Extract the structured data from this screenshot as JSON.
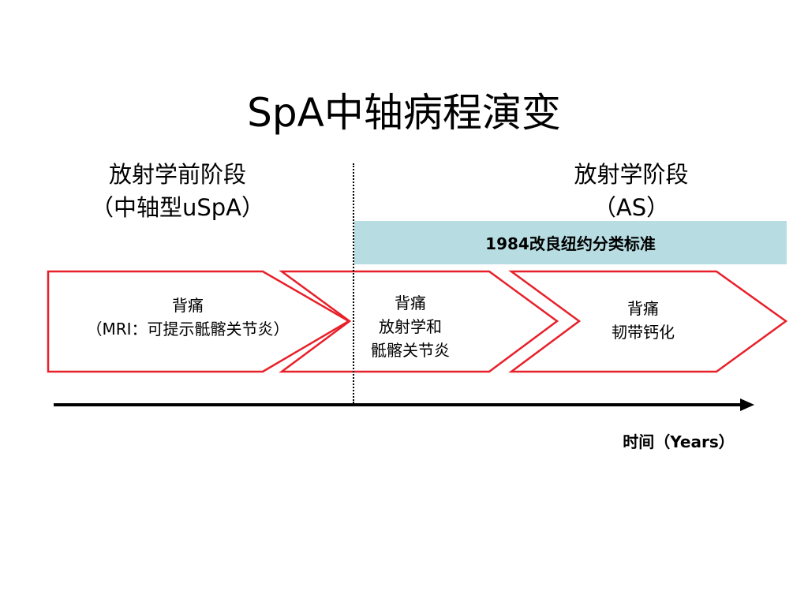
{
  "title": "SpA中轴病程演变",
  "stages": {
    "left": {
      "line1": "放射学前阶段",
      "line2": "（中轴型uSpA）"
    },
    "right": {
      "line1": "放射学阶段",
      "line2": "（AS）"
    }
  },
  "criteria_label": "1984改良纽约分类标准",
  "boxes": [
    {
      "line1": "背痛",
      "line2": "（MRI：可提示骶髂关节炎）"
    },
    {
      "line1": "背痛",
      "line2": "放射学和",
      "line3": "骶髂关节炎"
    },
    {
      "line1": "背痛",
      "line2": "韧带钙化"
    }
  ],
  "axis_label": "时间（Years）",
  "colors": {
    "arrow_outline": "#e8202a",
    "criteria_band": "#b7dde2",
    "axis": "#000000"
  }
}
